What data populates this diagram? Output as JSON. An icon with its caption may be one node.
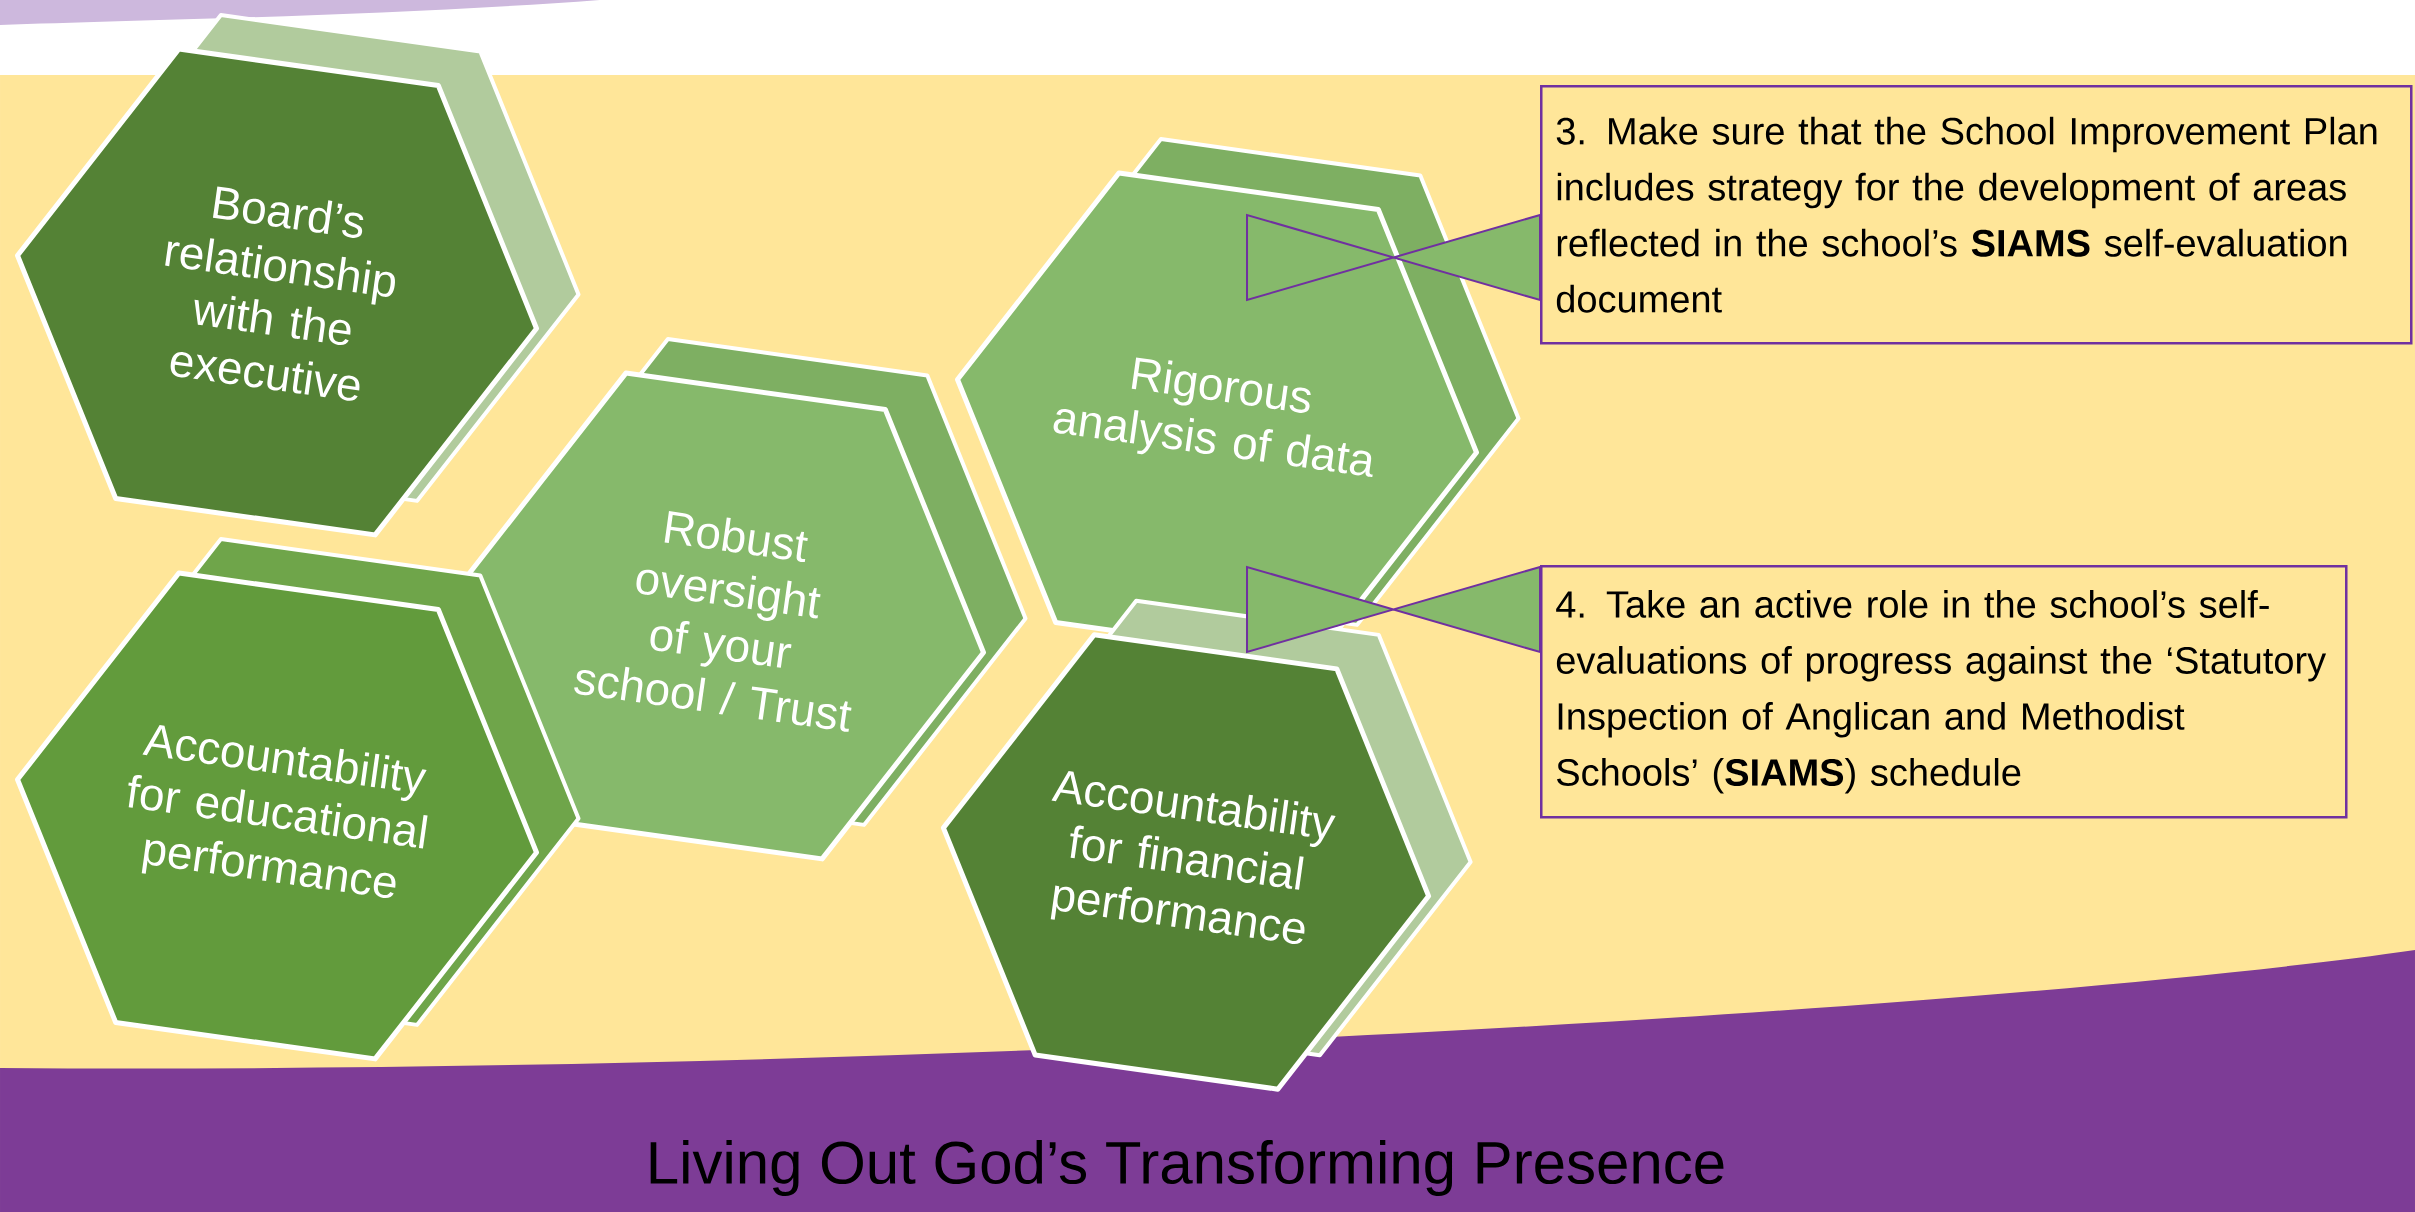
{
  "diagram": {
    "nodes": [
      {
        "text": [
          "Board’s relationship with the executive"
        ]
      },
      {
        "text": [
          "Robust oversight of your school / Trust"
        ]
      },
      {
        "text": [
          "Rigorous analysis of data"
        ]
      },
      {
        "text": [
          "Accountability for educational performance"
        ]
      },
      {
        "text": [
          "Accountability for financial performance"
        ]
      },
      {
        "text": [
          "3. Make sure that the School Improvement Plan includes strategy for the development of areas reflected in the school’s **SIAMS** self-evaluation document"
        ]
      },
      {
        "text": [
          "4. Take an active role in the school’s self-evaluations of progress against the ‘Statutory Inspection of Anglican and Methodist Schools’ (**SIAMS**) schedule"
        ]
      }
    ],
    "edges": [
      {
        "from": 5,
        "to": 2,
        "arrow": "none"
      },
      {
        "from": 6,
        "to": 2,
        "arrow": "none"
      }
    ],
    "labels": [
      "Living Out God’s Transforming Presence"
    ]
  }
}
